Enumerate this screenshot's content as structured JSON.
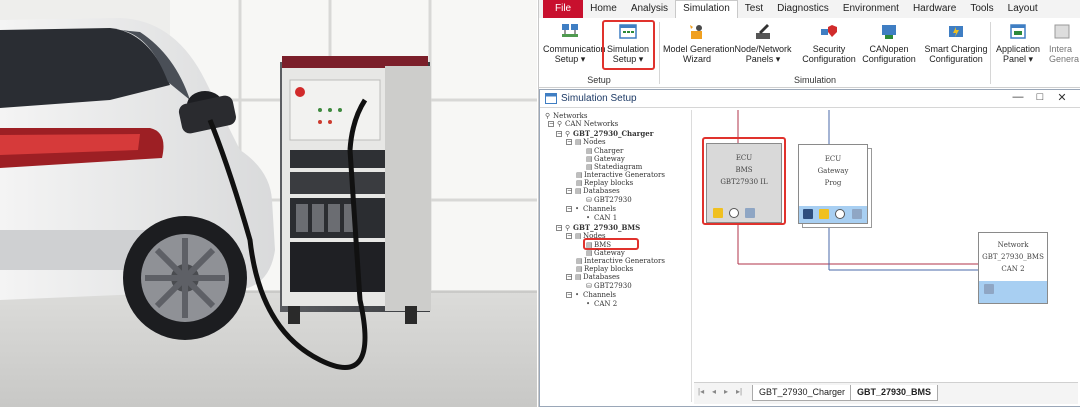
{
  "menu": {
    "file": "File",
    "items": [
      "Home",
      "Analysis",
      "Simulation",
      "Test",
      "Diagnostics",
      "Environment",
      "Hardware",
      "Tools",
      "Layout"
    ],
    "active": "Simulation"
  },
  "ribbon": {
    "buttons": [
      {
        "line1": "Communication",
        "line2": "Setup ▾"
      },
      {
        "line1": "Simulation",
        "line2": "Setup ▾"
      },
      {
        "line1": "Model Generation",
        "line2": "Wizard"
      },
      {
        "line1": "Node/Network",
        "line2": "Panels ▾"
      },
      {
        "line1": "Security",
        "line2": "Configuration"
      },
      {
        "line1": "CANopen",
        "line2": "Configuration"
      },
      {
        "line1": "Smart Charging",
        "line2": "Configuration"
      },
      {
        "line1": "Application",
        "line2": "Panel ▾"
      },
      {
        "line1": "Intera",
        "line2": "Genera"
      }
    ],
    "groups": {
      "setup": "Setup",
      "simulation": "Simulation"
    }
  },
  "window": {
    "title": "Simulation Setup",
    "minimize": "—",
    "maximize": "□",
    "close": "✕"
  },
  "tree": {
    "networks": "Networks",
    "can_networks": "CAN Networks",
    "charger": {
      "name": "GBT_27930_Charger",
      "nodes": "Nodes",
      "node_items": [
        "Charger",
        "Gateway",
        "Statediagram"
      ],
      "interactive": "Interactive Generators",
      "replay": "Replay blocks",
      "databases": "Databases",
      "db": "GBT27930",
      "channels": "Channels",
      "channel": "CAN 1"
    },
    "bms": {
      "name": "GBT_27930_BMS",
      "nodes": "Nodes",
      "node_items": [
        "BMS",
        "Gateway"
      ],
      "interactive": "Interactive Generators",
      "replay": "Replay blocks",
      "databases": "Databases",
      "db": "GBT27930",
      "channels": "Channels",
      "channel": "CAN 2"
    }
  },
  "diagram": {
    "ecu_bms": {
      "l1": "ECU",
      "l2": "BMS",
      "l3": "GBT27930 IL"
    },
    "ecu_gateway": {
      "l1": "ECU",
      "l2": "Gateway",
      "l3": "Prog"
    },
    "network": {
      "l1": "Network",
      "l2": "GBT_27930_BMS",
      "l3": "CAN 2"
    },
    "colors": {
      "bus_red": "#b0334a",
      "bus_blue": "#4a68a8",
      "highlight": "#e0322d",
      "node_foot": "#a8cff2"
    }
  },
  "tabs": {
    "nav": [
      "|◂",
      "◂",
      "▸",
      "▸|"
    ],
    "items": [
      "GBT_27930_Charger",
      "GBT_27930_BMS"
    ],
    "selected": "GBT_27930_BMS"
  }
}
